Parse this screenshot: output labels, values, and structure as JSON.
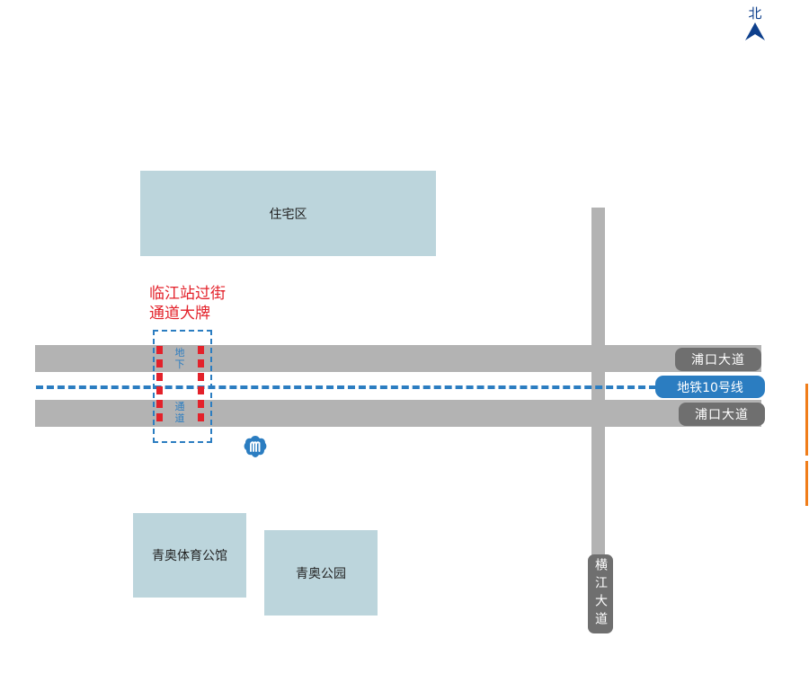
{
  "map": {
    "north_label": "北",
    "blocks": {
      "residential": "住宅区",
      "gym": "青奥体育公馆",
      "park": "青奥公园"
    },
    "roads": {
      "upper": "浦口大道",
      "lower": "浦口大道",
      "vertical": "横江大道"
    },
    "metro": {
      "label": "地铁10号线",
      "color": "#2b7dc1"
    },
    "highlight_label": "临江站过街\n通道大牌",
    "passage": {
      "top_text": "地下",
      "bottom_text": "通道"
    },
    "icons": {
      "metro_station": "metro-logo-icon",
      "north_arrow": "north-arrow-icon"
    },
    "colors": {
      "block": "#bcd5dc",
      "road": "#b3b3b3",
      "road_label": "#6f6f6f",
      "highlight": "#e3212a",
      "accent": "#f07d1a"
    }
  }
}
